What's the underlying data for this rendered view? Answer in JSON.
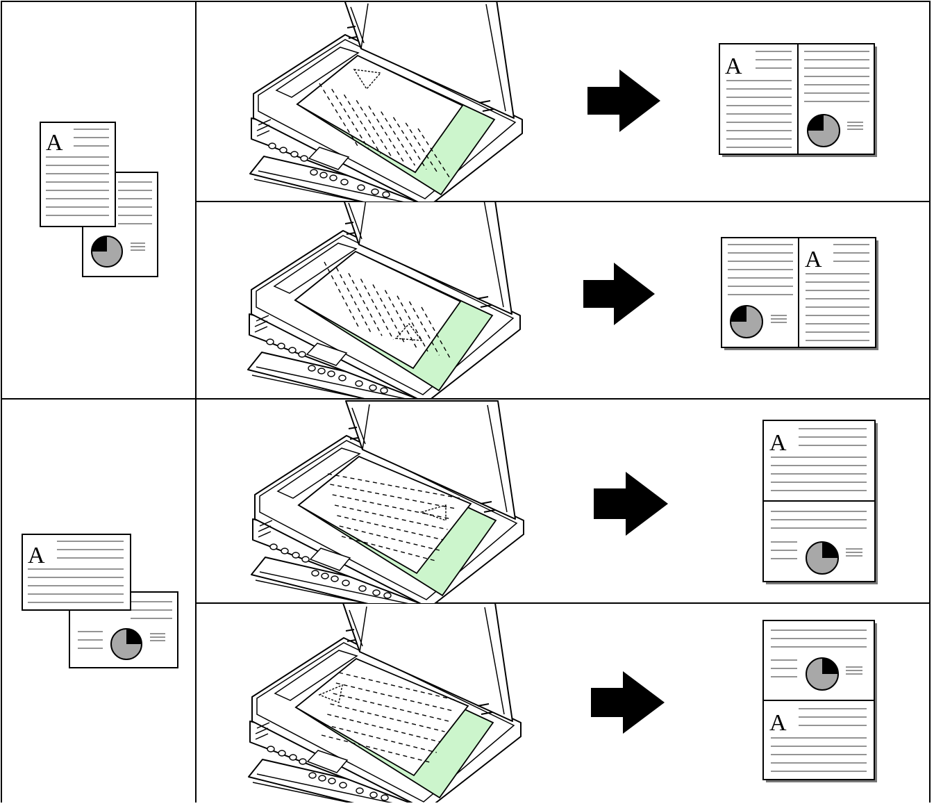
{
  "page_letter": "A",
  "colors": {
    "glass": "#ccf5cc",
    "ink": "#000000",
    "rule": "#555555",
    "pie_fill": "#a8a8a8",
    "pie_wedge": "#000000"
  },
  "icons": {
    "source_doc": "document-page-icon",
    "pie": "pie-chart-icon",
    "arrow": "right-arrow-icon",
    "scanner": "scanner-icon"
  },
  "rows": [
    {
      "source": "portrait",
      "options": [
        {
          "placement": "top-left-upright",
          "result": "side-by-side-left-first"
        },
        {
          "placement": "bottom-right-rotated",
          "result": "side-by-side-right-first"
        }
      ]
    },
    {
      "source": "landscape",
      "options": [
        {
          "placement": "top-right-rotated",
          "result": "stacked-top-first"
        },
        {
          "placement": "top-left-rotated",
          "result": "stacked-bottom-first"
        }
      ]
    }
  ]
}
